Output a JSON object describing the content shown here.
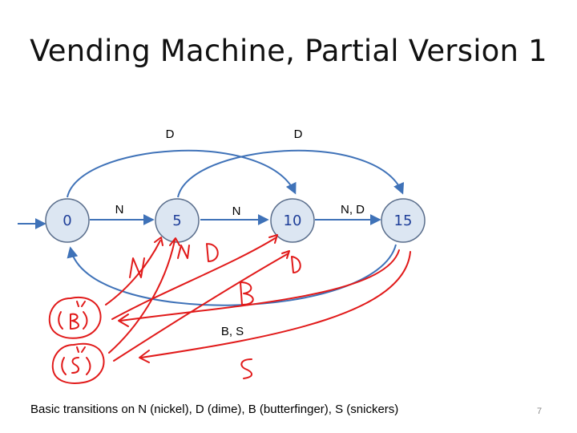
{
  "title": "Vending Machine, Partial Version 1",
  "caption": "Basic transitions on N (nickel),  D (dime),  B (butterfinger), S (snickers)",
  "slide_number": "7",
  "states": [
    {
      "id": "s0",
      "label": "0"
    },
    {
      "id": "s5",
      "label": "5"
    },
    {
      "id": "s10",
      "label": "10"
    },
    {
      "id": "s15",
      "label": "15"
    }
  ],
  "transitions": {
    "n_0_5": "N",
    "n_5_10": "N",
    "nd_10_15": "N, D",
    "d_0_10": "D",
    "d_5_15": "D",
    "bs_15_0": "B, S"
  },
  "colors": {
    "node_fill": "#dce6f2",
    "node_stroke": "#5a6e8c",
    "arrow": "#3f72b8",
    "node_text": "#1f3f99",
    "annotation_ink": "#e11a1a"
  }
}
